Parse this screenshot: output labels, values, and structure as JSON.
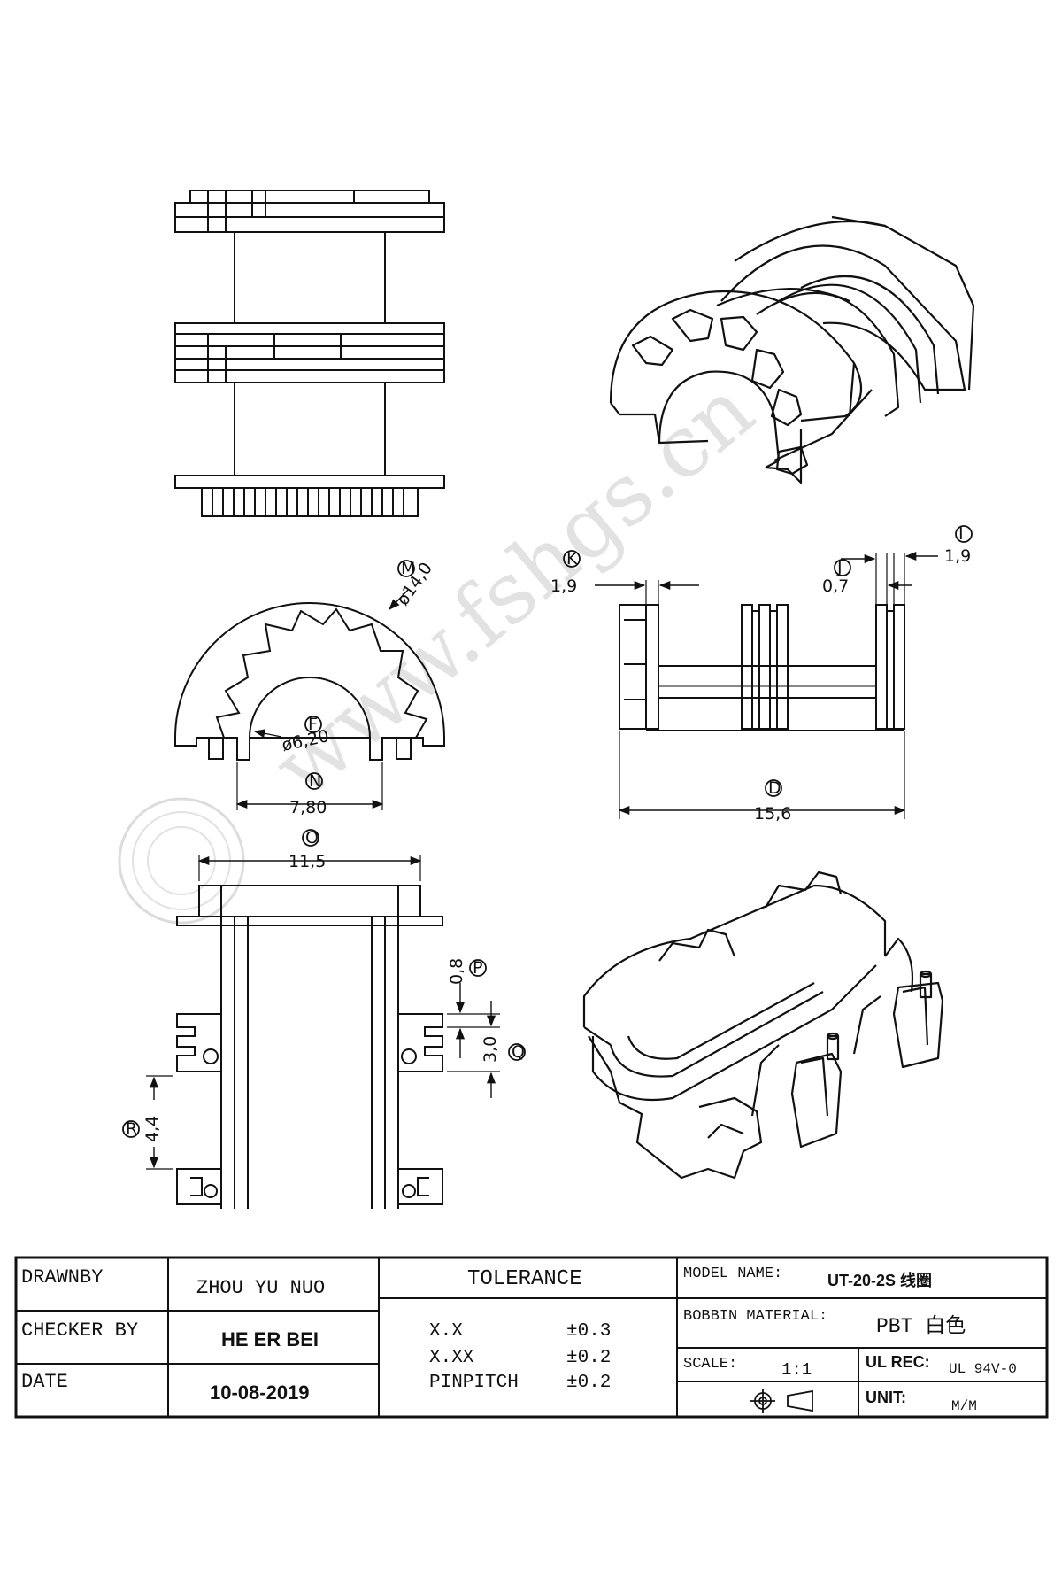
{
  "watermark": "www.fshgs.cn",
  "callouts": {
    "M": {
      "tag": "M",
      "value": "ø14,0"
    },
    "F": {
      "tag": "F",
      "value": "ø6,20"
    },
    "N": {
      "tag": "N",
      "value": "7,80"
    },
    "D": {
      "tag": "D",
      "value": "15,6"
    },
    "K": {
      "tag": "K",
      "value": "1,9"
    },
    "J": {
      "tag": "J",
      "value": "0,7"
    },
    "I": {
      "tag": "I",
      "value": "1,9"
    },
    "O": {
      "tag": "O",
      "value": "11,5"
    },
    "P": {
      "tag": "P",
      "value": "0,8"
    },
    "Q": {
      "tag": "Q",
      "value": "3,0"
    },
    "R": {
      "tag": "R",
      "value": "4,4"
    }
  },
  "title_block": {
    "drawn_by_label": "DRAWNBY",
    "drawn_by": "ZHOU YU NUO",
    "checker_label": "CHECKER BY",
    "checker": "HE ER BEI",
    "date_label": "DATE",
    "date": "10-08-2019",
    "tolerance_label": "TOLERANCE",
    "tolerances": [
      {
        "key": "X.X",
        "value": "±0.3"
      },
      {
        "key": "X.XX",
        "value": "±0.2"
      },
      {
        "key": "PINPITCH",
        "value": "±0.2"
      }
    ],
    "model_label": "MODEL NAME:",
    "model": "UT-20-2S 线圈",
    "material_label": "BOBBIN MATERIAL:",
    "material": "PBT 白色",
    "scale_label": "SCALE:",
    "scale": "1:1",
    "ul_label": "UL REC:",
    "ul": "UL 94V-0",
    "unit_label": "UNIT:",
    "unit": "M/M"
  }
}
